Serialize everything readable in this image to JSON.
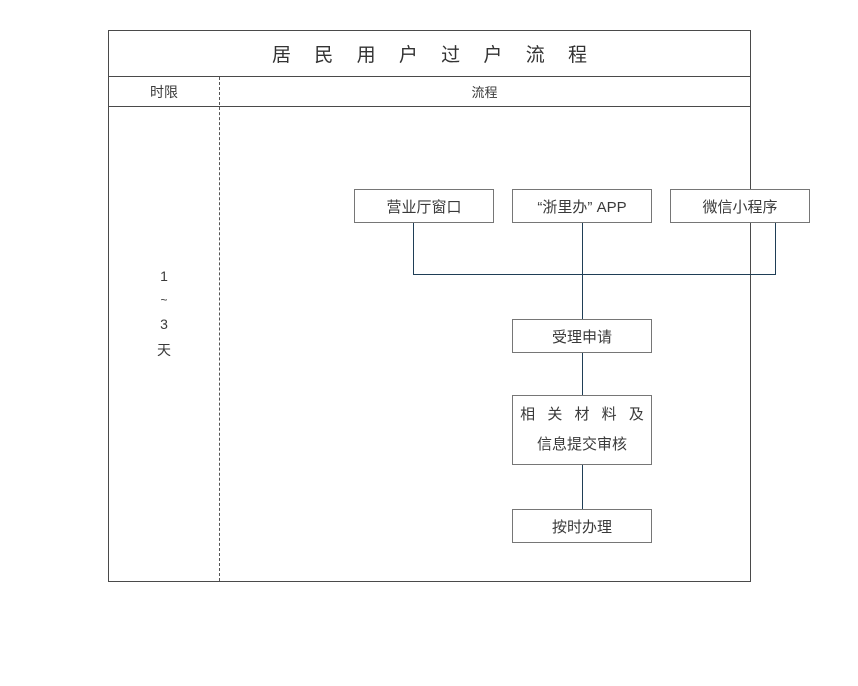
{
  "document": {
    "title": "居 民 用 户 过 户 流 程",
    "columns": {
      "time_limit_header": "时限",
      "flow_header": "流程"
    }
  },
  "time_limit": {
    "value_min": "1",
    "separator": "~",
    "value_max": "3",
    "unit": "天"
  },
  "flowchart": {
    "type": "flowchart",
    "orientation": "top-down",
    "connector_color": "#1f3e56",
    "node_border_color": "#767676",
    "sources": [
      {
        "id": "window",
        "label": "营业厅窗口"
      },
      {
        "id": "app",
        "label": "“浙里办” APP"
      },
      {
        "id": "mini_program",
        "label": "微信小程序"
      }
    ],
    "steps": [
      {
        "id": "accept",
        "label": "受理申请"
      },
      {
        "id": "submit_review",
        "label_line1": "相 关 材 料 及",
        "label_line2": "信息提交审核"
      },
      {
        "id": "process_ontime",
        "label": "按时办理"
      }
    ],
    "edges": [
      {
        "from": "window",
        "to": "accept"
      },
      {
        "from": "app",
        "to": "accept"
      },
      {
        "from": "mini_program",
        "to": "accept"
      },
      {
        "from": "accept",
        "to": "submit_review"
      },
      {
        "from": "submit_review",
        "to": "process_ontime"
      }
    ]
  }
}
